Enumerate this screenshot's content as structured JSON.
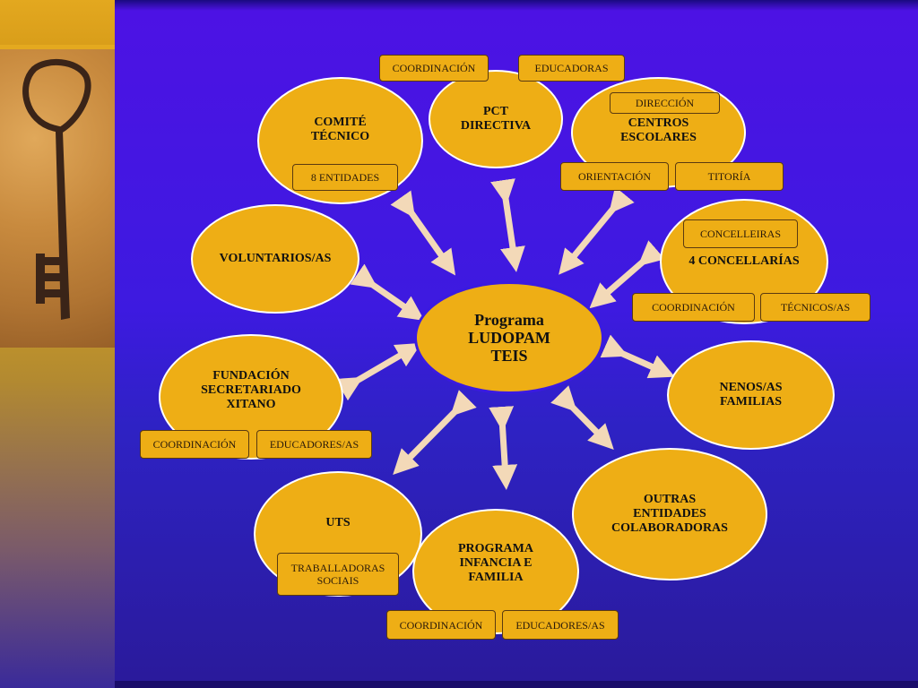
{
  "center": {
    "label": "Programa\nLUDOPAM\nTEIS"
  },
  "nodes": {
    "pct_directiva": "PCT\nDIRECTIVA",
    "comite_tecnico": "COMITÉ\nTÉCNICO",
    "centros_escolares": "CENTROS\nESCOLARES",
    "voluntarios": "VOLUNTARIOS/AS",
    "concellarias": "4 CONCELLARÍAS",
    "fundacion": "FUNDACIÓN\nSECRETARIADO\nXITANO",
    "nenos_familias": "NENOS/AS\nFAMILIAS",
    "outras_entidades": "OUTRAS\nENTIDADES\nCOLABORADORAS",
    "uts": "UTS",
    "programa_infancia": "PROGRAMA\nINFANCIA E\nFAMILIA"
  },
  "tags": {
    "pct_coordinacion": "COORDINACIÓN",
    "pct_educadoras": "EDUCADORAS",
    "comite_entidades": "8 ENTIDADES",
    "centros_direccion": "DIRECCIÓN",
    "centros_orientacion": "ORIENTACIÓN",
    "centros_titoria": "TITORÍA",
    "concellarias_concelleiras": "CONCELLEIRAS",
    "concellarias_coordinacion": "COORDINACIÓN",
    "concellarias_tecnicos": "TÉCNICOS/AS",
    "fundacion_coordinacion": "COORDINACIÓN",
    "fundacion_educadores": "EDUCADORES/AS",
    "uts_traballadoras": "TRABALLADORAS\nSOCIAIS",
    "infancia_coordinacion": "COORDINACIÓN",
    "infancia_educadores": "EDUCADORES/AS"
  },
  "colors": {
    "node_fill": "#eeae15",
    "background": "#3d1ae0",
    "arrow": "#f3d9b8"
  }
}
